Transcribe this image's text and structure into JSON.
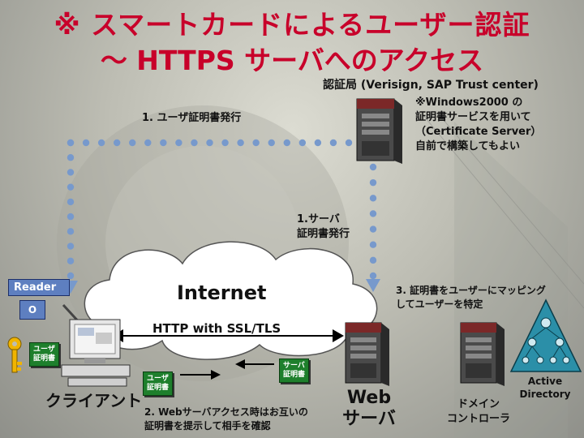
{
  "title": {
    "line1": "※ スマートカードによるユーザー認証",
    "line2": "～ HTTPS サーバへのアクセス"
  },
  "ca": {
    "label": "認証局 (Verisign, SAP Trust center)",
    "note": [
      "※Windows2000 の",
      "証明書サービスを用いて",
      "（Certificate Server）",
      "自前で構築してもよい"
    ]
  },
  "steps": {
    "user_cert_issue": "1. ユーザ証明書発行",
    "server_cert_issue": [
      "1.サーバ",
      "証明書発行"
    ],
    "mapping": [
      "3. 証明書をユーザーにマッピング",
      "してユーザーを特定"
    ],
    "web_access": [
      "2. Webサーバアクセス時はお互いの",
      "証明書を提示して相手を確認"
    ]
  },
  "network": {
    "internet": "Internet",
    "protocol": "HTTP with SSL/TLS"
  },
  "client": {
    "reader": "Reader",
    "label": "クライアント",
    "user_cert_badge": [
      "ユーザ",
      "証明書"
    ]
  },
  "certs": {
    "user_cert": [
      "ユーザ",
      "証明書"
    ],
    "server_cert": [
      "サーバ",
      "証明書"
    ]
  },
  "servers": {
    "web": [
      "Web",
      "サーバ"
    ],
    "domain_controller": [
      "ドメイン",
      "コントローラ"
    ],
    "active_directory": [
      "Active",
      "Directory"
    ]
  },
  "colors": {
    "title": "#c8002a",
    "dots": "#7799cc",
    "cert_green": "#1e7f2c",
    "reader_blue": "#5e7fc0"
  }
}
